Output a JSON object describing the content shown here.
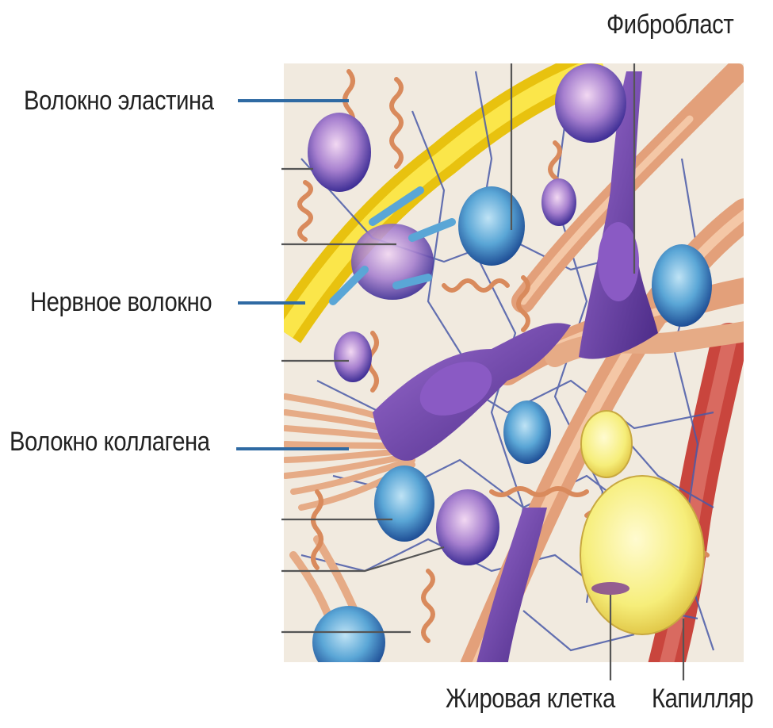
{
  "labels": {
    "elastin_fiber": "Волокно эластина",
    "nerve_fiber": "Нервное волокно",
    "collagen_fiber": "Волокно коллагена",
    "fibroblast": "Фибробласт",
    "fat_cell": "Жировая клетка",
    "capillary": "Капилляр"
  },
  "colors": {
    "background_tissue": "#f1eadf",
    "collagen": "#e8a77e",
    "elastin": "#d98a5c",
    "nerve": "#f0d21a",
    "fibroblast": "#6a3d9e",
    "leader_blue": "#2f6aa3",
    "leader_gray": "#555555",
    "capillary": "#d2584f",
    "reticular_net": "#4a5aa8",
    "fat_cell": "#f6ee7a"
  }
}
